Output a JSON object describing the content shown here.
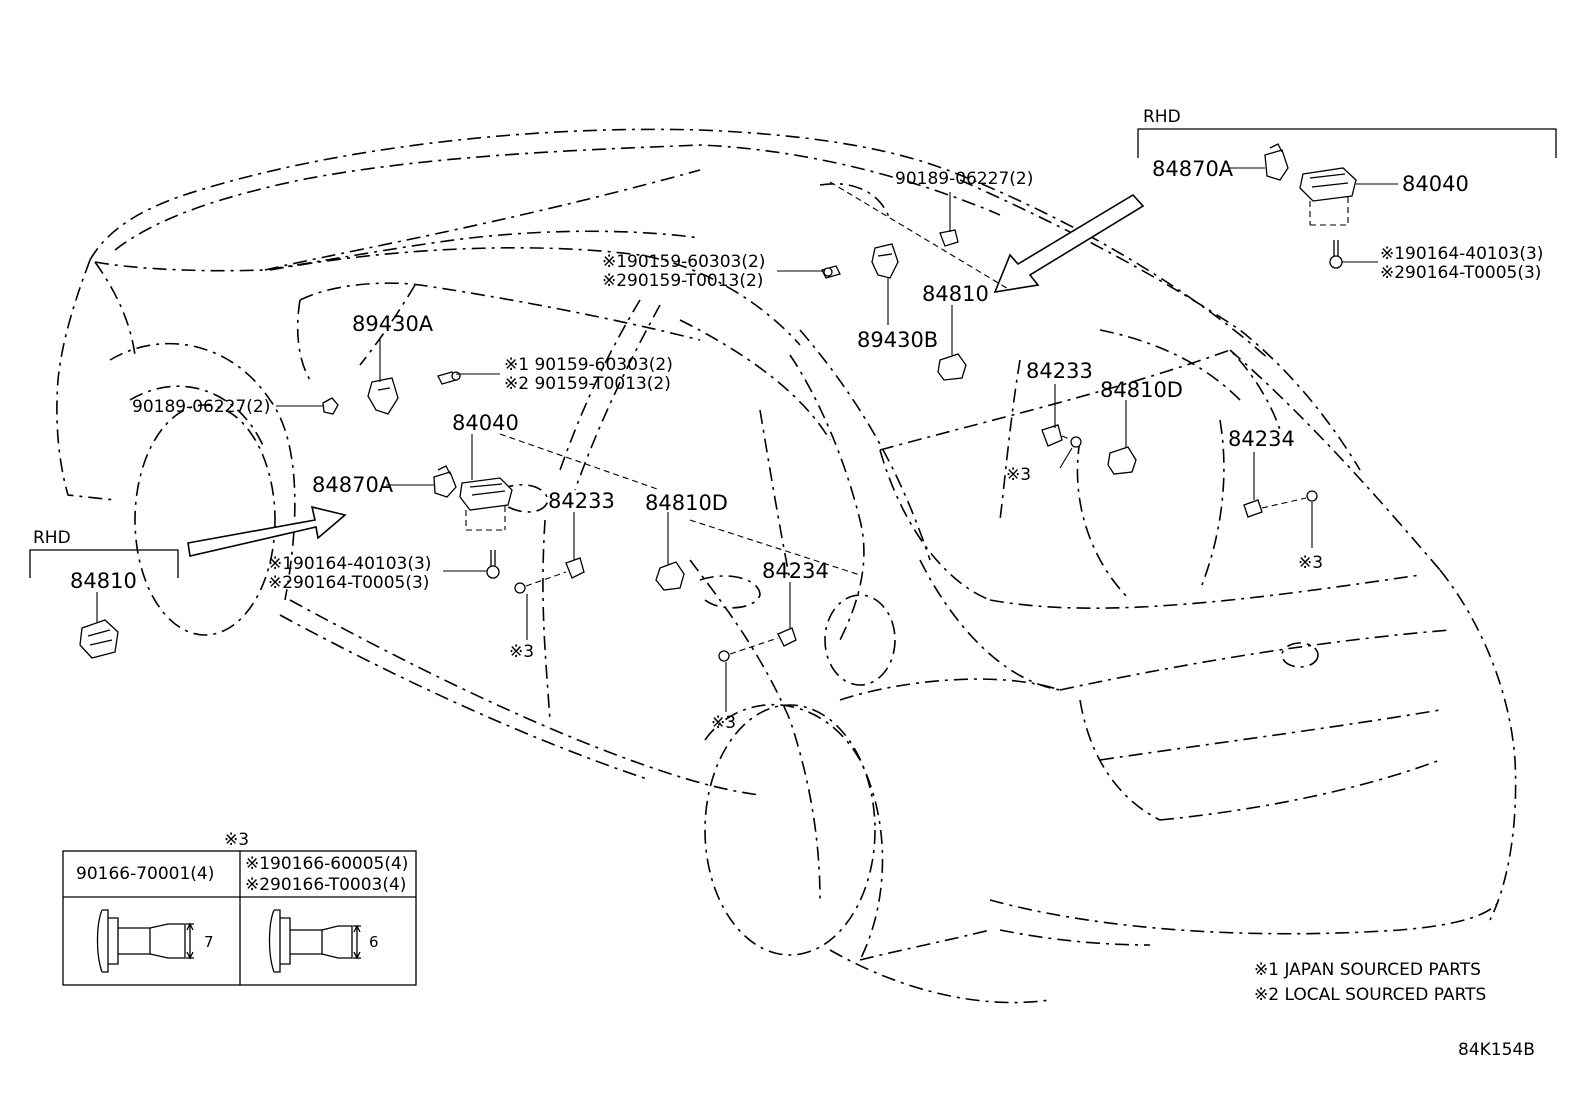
{
  "diagram": {
    "code": "84K154B",
    "rhd_labels": {
      "left": "RHD",
      "right": "RHD"
    },
    "parts": {
      "p89430A": "89430A",
      "p89430B": "89430B",
      "p84040_main": "84040",
      "p84040_rhd": "84040",
      "p84870A_main": "84870A",
      "p84870A_rhd": "84870A",
      "p84810_main": "84810",
      "p84810_rhd": "84810",
      "p84233_a": "84233",
      "p84233_b": "84233",
      "p84234_a": "84234",
      "p84234_b": "84234",
      "p84810D_a": "84810D",
      "p84810D_b": "84810D"
    },
    "fasteners": {
      "clip_left": "90189-06227(2)",
      "clip_top": "90189-06227(2)",
      "screw_left_1": "※1 90159-60303(2)",
      "screw_left_2": "※2 90159-T0013(2)",
      "screw_top_1": "※190159-60303(2)",
      "screw_top_2": "※290159-T0013(2)",
      "bolt_mid_1": "※190164-40103(3)",
      "bolt_mid_2": "※290164-T0005(3)",
      "bolt_rhd_1": "※190164-40103(3)",
      "bolt_rhd_2": "※290164-T0005(3)"
    },
    "ref3": [
      "※3",
      "※3",
      "※3",
      "※3"
    ],
    "table": {
      "title": "※3",
      "col1_header": "90166-70001(4)",
      "col2_header_1": "※190166-60005(4)",
      "col2_header_2": "※290166-T0003(4)",
      "col1_dim": "7",
      "col2_dim": "6"
    },
    "notes": {
      "note1": "※1 JAPAN SOURCED PARTS",
      "note2": "※2 LOCAL SOURCED PARTS"
    }
  }
}
